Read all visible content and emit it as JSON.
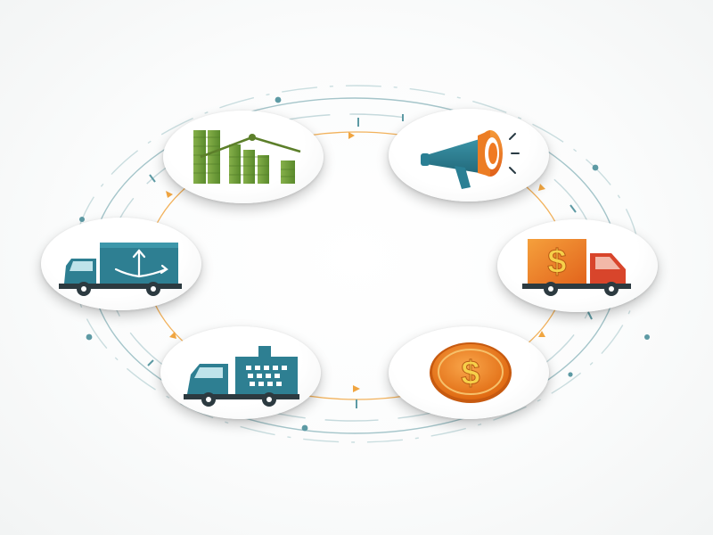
{
  "diagram": {
    "type": "cycle",
    "node_count": 6,
    "nodes": [
      {
        "id": "analytics",
        "icon": "bar-chart-trend-icon"
      },
      {
        "id": "marketing",
        "icon": "megaphone-icon"
      },
      {
        "id": "paid-delivery",
        "icon": "dollar-delivery-truck-icon"
      },
      {
        "id": "payment",
        "icon": "dollar-coin-icon"
      },
      {
        "id": "shopping-delivery",
        "icon": "shopping-cart-truck-icon"
      },
      {
        "id": "distribution",
        "icon": "distribution-truck-icon"
      }
    ],
    "labels_visible": false
  },
  "colors": {
    "ring_teal": "#8fb7bd",
    "ring_dot": "#5d9aa4",
    "arrow_orange": "#f0a540",
    "chart_green": "#6f9a38",
    "megaphone_orange": "#f07a22",
    "megaphone_teal": "#2a7f94",
    "truck_teal": "#2e7f92",
    "truck_red": "#d8452b",
    "coin_orange": "#f08a1e",
    "dollar_yellow": "#f6c73c",
    "truck_dark": "#2c3a40"
  }
}
